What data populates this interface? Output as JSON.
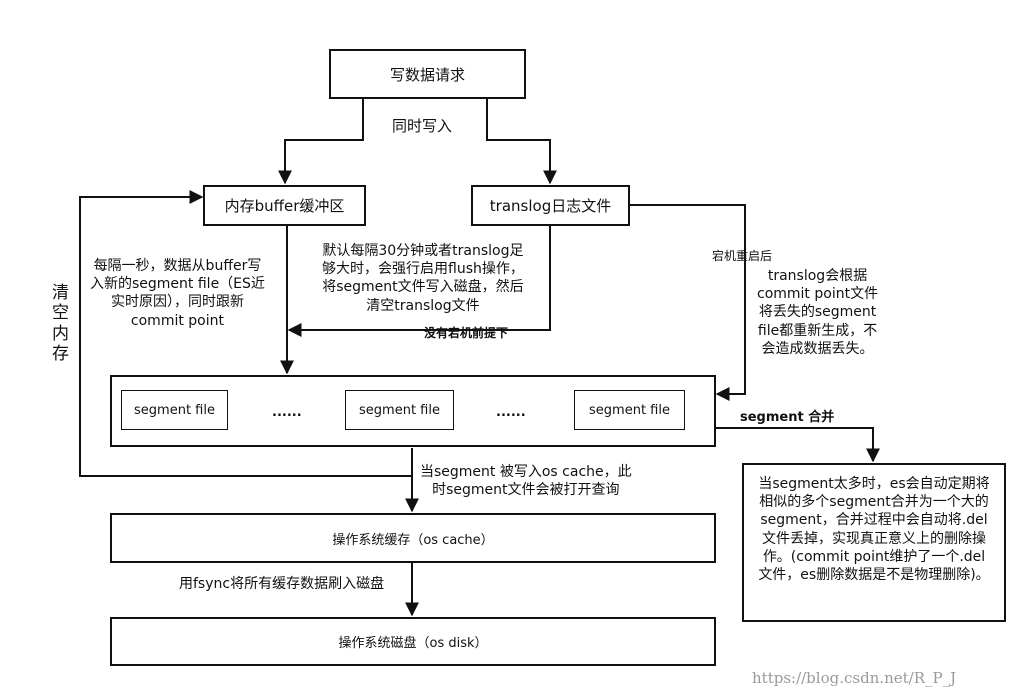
{
  "nodes": {
    "write_request": "写数据请求",
    "memory_buffer": "内存buffer缓冲区",
    "translog_file": "translog日志文件",
    "segment_file_1": "segment file",
    "segment_file_2": "segment file",
    "segment_file_3": "segment file",
    "ellipsis_1": "......",
    "ellipsis_2": "......",
    "os_cache": "操作系统缓存（os cache）",
    "os_disk": "操作系统磁盘（os disk）",
    "merge_note": "当segment太多时，es会自动定期将相似的多个segment合并为一个大的segment，合并过程中会自动将.del文件丢掉，实现真正意义上的删除操作。(commit point维护了一个.del文件，es删除数据是不是物理删除)。"
  },
  "labels": {
    "write_simultaneously": "同时写入",
    "clear_memory": "清\n空\n内\n存",
    "buffer_to_segment": "每隔一秒，数据从buffer写\n入新的segment file（ES近\n实时原因），同时跟新\ncommit point",
    "flush_note": "默认每隔30分钟或者translog足\n够大时，会强行启用flush操作，\n将segment文件写入磁盘，然后\n清空translog文件",
    "no_crash": "没有宕机前提下",
    "crash_restart": "宕机重启后",
    "translog_recover": "translog会根据\ncommit point文件\n将丢失的segment\nfile都重新生成，不\n会造成数据丢失。",
    "segment_merge": "segment 合并",
    "os_cache_note": "当segment 被写入os cache，此\n时segment文件会被打开查询",
    "fsync_note": "用fsync将所有缓存数据刷入磁盘",
    "watermark": "https://blog.csdn.net/R_P_J"
  }
}
